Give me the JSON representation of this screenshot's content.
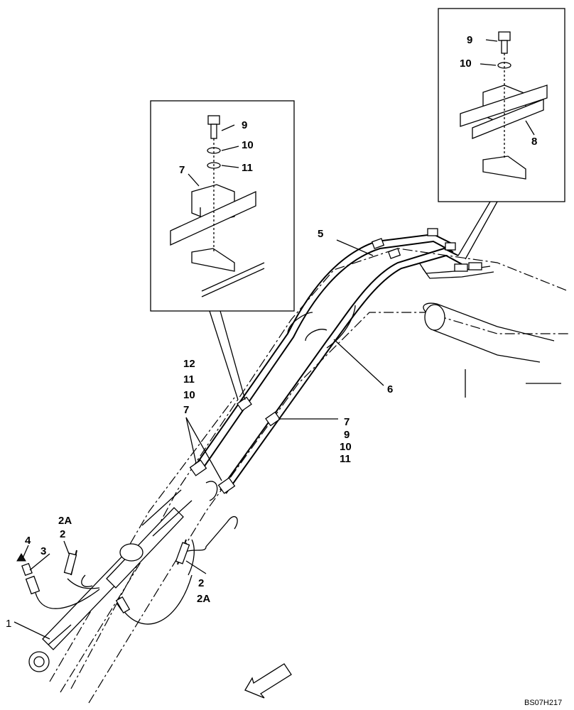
{
  "drawing_code": "BS07H217",
  "detail_left": {
    "labels": [
      "9",
      "10",
      "11",
      "7"
    ]
  },
  "detail_right": {
    "labels": [
      "9",
      "10",
      "8"
    ]
  },
  "callouts": {
    "c5": "5",
    "c6": "6",
    "c1": "1",
    "c4": "4",
    "c3": "3",
    "c2a_top": "2A",
    "c2_top": "2",
    "c2_bottom": "2",
    "c2a_bottom": "2A",
    "mid_stack": [
      "12",
      "11",
      "10",
      "7"
    ],
    "right_stack": [
      "7",
      "9",
      "10",
      "11"
    ]
  }
}
